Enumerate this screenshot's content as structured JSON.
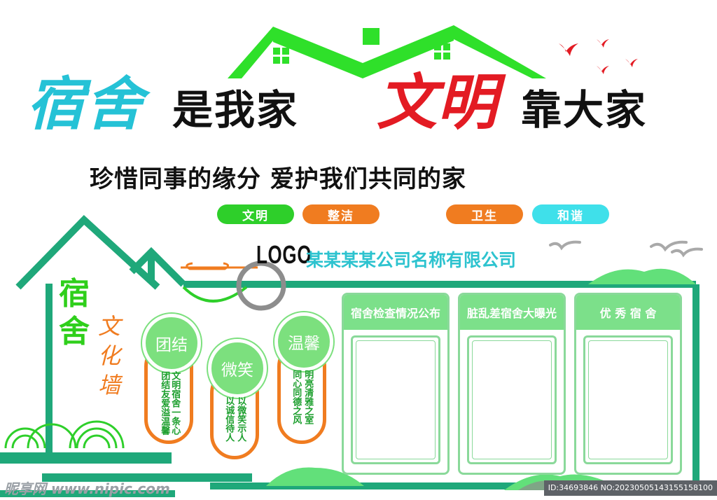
{
  "headline": {
    "part1": "宿舍",
    "part2": "是我家",
    "part3": "文明",
    "part4": "靠大家"
  },
  "subtitle": "珍惜同事的缘分  爱护我们共同的家",
  "tags": [
    {
      "label": "文明",
      "color": "#2ecf2a"
    },
    {
      "label": "整洁",
      "color": "#f07c20"
    },
    {
      "label": "卫生",
      "color": "#f07c20"
    },
    {
      "label": "和谐",
      "color": "#3fe0ea"
    }
  ],
  "brand": {
    "logo": "LOGO",
    "company": "某某某某公司名称有限公司"
  },
  "wall_title": {
    "dorm_chars": [
      "宿",
      "舍"
    ],
    "culture_chars": [
      "文",
      "化",
      "墙"
    ]
  },
  "values": [
    {
      "title": "团结",
      "lines": [
        "文明宿舍一条心",
        "团结友爱溢温馨"
      ]
    },
    {
      "title": "微笑",
      "lines": [
        "以微笑示人",
        "以诚信待人"
      ]
    },
    {
      "title": "温馨",
      "lines": [
        "明亮清雅之室",
        "同心同德之风"
      ]
    }
  ],
  "panels": [
    {
      "title": "宿舍检查情况公布"
    },
    {
      "title": "脏乱差宿舍大曝光"
    },
    {
      "title": "优 秀 宿 舍"
    }
  ],
  "watermark": {
    "site": "昵享网 www.nipic.com",
    "id": "ID:34693846 NO:20230505143155158100"
  },
  "colors": {
    "green": "#2ecf2a",
    "teal_green": "#1fa87a",
    "orange": "#f07c20",
    "cyan": "#25c2d6",
    "red": "#e31b23"
  }
}
